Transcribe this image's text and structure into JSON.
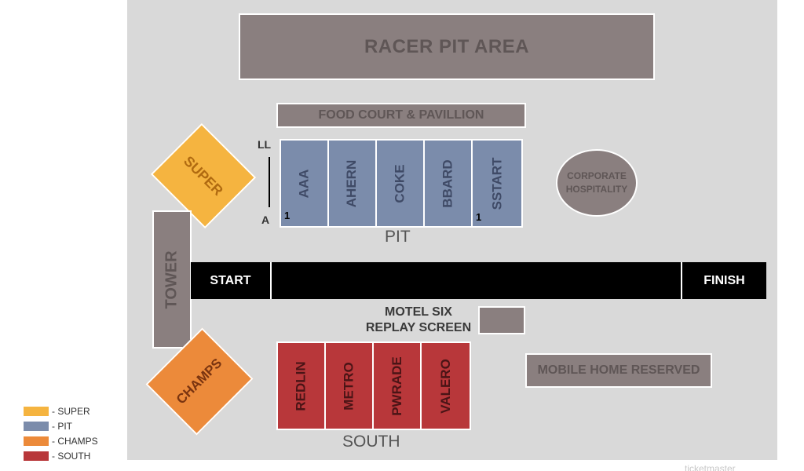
{
  "areas": {
    "racer_pit": "RACER PIT AREA",
    "food_court": "FOOD COURT & PAVILLION",
    "corporate": [
      "CORPORATE",
      "HOSPITALITY"
    ],
    "tower": "TOWER",
    "motel_six": [
      "MOTEL SIX",
      "REPLAY SCREEN"
    ],
    "mobile_home": "MOBILE HOME RESERVED"
  },
  "track": {
    "start": "START",
    "finish": "FINISH"
  },
  "pit": {
    "label": "PIT",
    "sections": [
      "AAA",
      "AHERN",
      "COKE",
      "BBARD",
      "SSTART"
    ],
    "row_top": "LL",
    "row_bottom": "A",
    "seat_left": "1",
    "seat_right": "1"
  },
  "south": {
    "label": "SOUTH",
    "sections": [
      "REDLIN",
      "METRO",
      "PWRADE",
      "VALERO"
    ]
  },
  "super": "SUPER",
  "champs": "CHAMPS",
  "legend": [
    {
      "label": "- SUPER",
      "color": "#f5b440"
    },
    {
      "label": "- PIT",
      "color": "#7b8cab"
    },
    {
      "label": "- CHAMPS",
      "color": "#ec8a3a"
    },
    {
      "label": "- SOUTH",
      "color": "#b8373a"
    }
  ],
  "watermark": "ticketmaster"
}
